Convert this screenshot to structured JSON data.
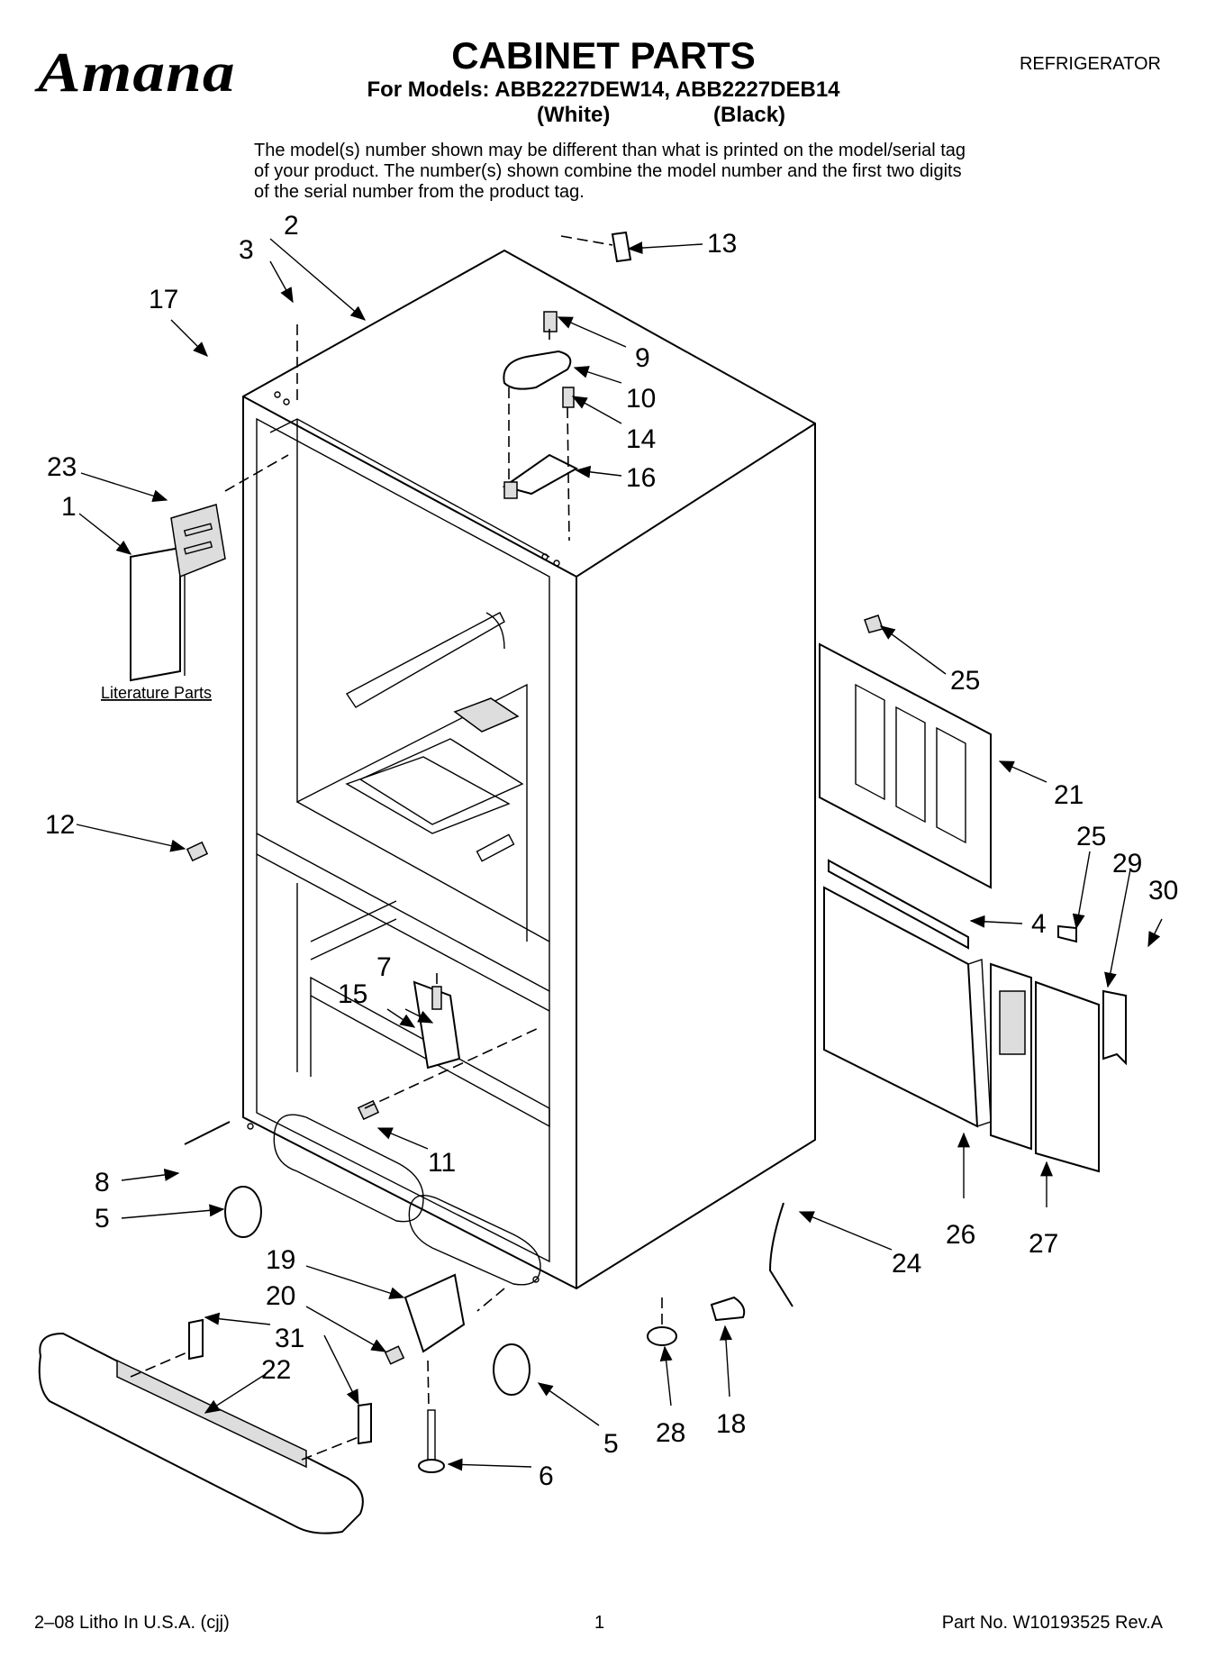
{
  "header": {
    "brand": "Amana",
    "title": "CABINET PARTS",
    "models_line": "For Models: ABB2227DEW14, ABB2227DEB14",
    "variant_white": "(White)",
    "variant_black": "(Black)",
    "category": "REFRIGERATOR"
  },
  "notice": "The model(s) number shown may be different than what is printed on the model/serial tag of your product. The number(s) shown combine the model number and the first two digits of the serial number from the product tag.",
  "diagram": {
    "literature_label": "Literature Parts",
    "callouts": {
      "c1": "1",
      "c2": "2",
      "c3": "3",
      "c4": "4",
      "c5a": "5",
      "c5b": "5",
      "c6": "6",
      "c7": "7",
      "c8": "8",
      "c9": "9",
      "c10": "10",
      "c11": "11",
      "c12": "12",
      "c13": "13",
      "c14": "14",
      "c15": "15",
      "c16": "16",
      "c17": "17",
      "c18": "18",
      "c19": "19",
      "c20": "20",
      "c21": "21",
      "c22": "22",
      "c23": "23",
      "c24": "24",
      "c25a": "25",
      "c25b": "25",
      "c26": "26",
      "c27": "27",
      "c28": "28",
      "c29": "29",
      "c30": "30",
      "c31": "31"
    }
  },
  "footer": {
    "left": "2–08 Litho In U.S.A. (cjj)",
    "page": "1",
    "part_no": "Part No. W10193525 Rev.A"
  }
}
